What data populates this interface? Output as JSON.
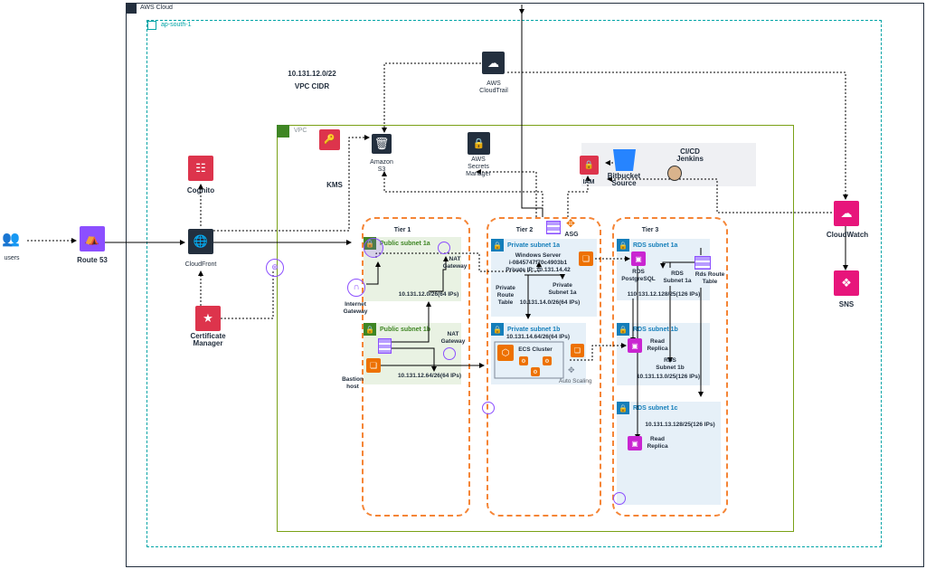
{
  "cloud": {
    "label": "AWS Cloud"
  },
  "region": {
    "label": "ap-south-1"
  },
  "vpc": {
    "label": "VPC",
    "cidr": "10.131.12.0/22",
    "cidr_label": "VPC CIDR"
  },
  "external": {
    "users": "users",
    "route53": "Route 53",
    "cloudfront": "CloudFront",
    "cognito": "Cognito",
    "cert_manager": "Certificate Manager",
    "cloudwatch": "CloudWatch",
    "sns": "SNS",
    "cloudtrail": "AWS CloudTrail"
  },
  "services": {
    "s3": "Amazon S3",
    "secrets": "AWS Secrets Manager",
    "kms": "KMS",
    "iam": "IAM",
    "bitbucket": "Bitbucket Source",
    "jenkins": "CI/CD Jenkins",
    "asg": "ASG"
  },
  "tier1": {
    "label": "Tier 1",
    "pub1a": "Public subnet 1a",
    "pub1a_cidr": "10.131.12.0/26(64 IPs)",
    "nat1": "NAT Gateway",
    "igw": "Internet Gateway",
    "pub1b": "Public subnet 1b",
    "pub1b_cidr": "10.131.12.64/26(64 IPs)",
    "nat2": "NAT Gateway",
    "bastion": "Bastion host"
  },
  "tier2": {
    "label": "Tier 2",
    "priv1a": "Private subnet 1a",
    "win": "Windows Server",
    "instance": "i-0845747f70c4903b1",
    "private_ip": "Private IP: 10.131.14.42",
    "route_table": "Private Route Table",
    "priv1a_name": "Private Subnet 1a",
    "priv1a_cidr": "10.131.14.0/26(64 IPs)",
    "priv1b": "Private subnet 1b",
    "priv1b_cidr": "10.131.14.64/26(64 IPs)",
    "ecs": "ECS Cluster",
    "autoscaling": "Auto Scaling"
  },
  "tier3": {
    "label": "Tier 3",
    "rds1a": "RDS subnet 1a",
    "postgres": "RDS PostgreSQL",
    "rds1a_name": "RDS Subnet 1a",
    "rds1a_cidr": "110.131.12.128/25(126 IPs)",
    "route_table": "Rds Route Table",
    "rds1b": "RDS subnet 1b",
    "replica1": "Read Replica",
    "rds1b_name": "RDS Subnet 1b",
    "rds1b_cidr": "10.131.13.0/25(126 IPs)",
    "rds1c": "RDS subnet 1c",
    "rds1c_cidr": "10.131.13.128/25(126 IPs)",
    "replica2": "Read Replica"
  }
}
